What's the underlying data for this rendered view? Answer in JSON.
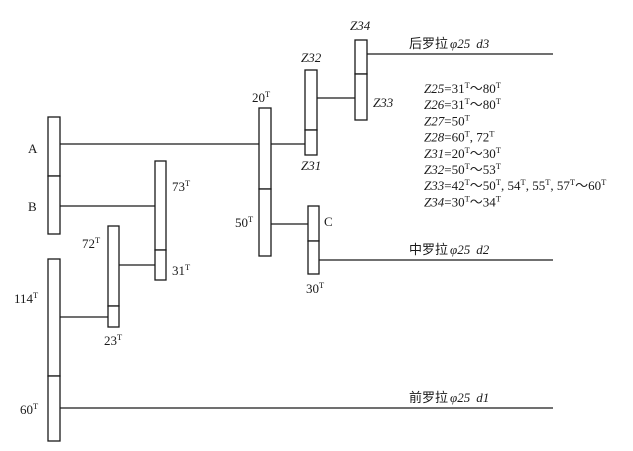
{
  "gears": {
    "A": "A",
    "B": "B",
    "C": "C",
    "g114": {
      "num": "114",
      "sup": "T"
    },
    "g60": {
      "num": "60",
      "sup": "T"
    },
    "g72": {
      "num": "72",
      "sup": "T"
    },
    "g23": {
      "num": "23",
      "sup": "T"
    },
    "g73": {
      "num": "73",
      "sup": "T"
    },
    "g31": {
      "num": "31",
      "sup": "T"
    },
    "g20": {
      "num": "20",
      "sup": "T"
    },
    "g50": {
      "num": "50",
      "sup": "T"
    },
    "g30": {
      "num": "30",
      "sup": "T"
    },
    "Z32": "Z32",
    "Z31": "Z31",
    "Z34": "Z34",
    "Z33": "Z33"
  },
  "outputs": {
    "rear": {
      "name": "后罗拉",
      "phi": "φ25",
      "d": "d3"
    },
    "middle": {
      "name": "中罗拉",
      "phi": "φ25",
      "d": "d2"
    },
    "front": {
      "name": "前罗拉",
      "phi": "φ25",
      "d": "d1"
    }
  },
  "ranges": [
    {
      "z": "Z25",
      "text": "=31",
      "sup": "T",
      "text2": "～80",
      "sup2": "T"
    },
    {
      "z": "Z26",
      "text": "=31",
      "sup": "T",
      "text2": "～80",
      "sup2": "T"
    },
    {
      "z": "Z27",
      "text": "=50",
      "sup": "T",
      "text2": "",
      "sup2": ""
    },
    {
      "z": "Z28",
      "text": "=60",
      "sup": "T",
      "text2": ", 72",
      "sup2": "T"
    },
    {
      "z": "Z31",
      "text": "=20",
      "sup": "T",
      "text2": "～30",
      "sup2": "T"
    },
    {
      "z": "Z32",
      "text": "=50",
      "sup": "T",
      "text2": "～53",
      "sup2": "T"
    },
    {
      "z": "Z33",
      "text": "=42",
      "sup": "T",
      "text2": "～50",
      "sup2": "T",
      "text3": ", 54",
      "sup3": "T",
      "text4": ", 55",
      "sup4": "T",
      "text5": ", 57",
      "sup5": "T",
      "text6": "～60",
      "sup6": "T"
    },
    {
      "z": "Z34",
      "text": "=30",
      "sup": "T",
      "text2": "～34",
      "sup2": "T"
    }
  ]
}
